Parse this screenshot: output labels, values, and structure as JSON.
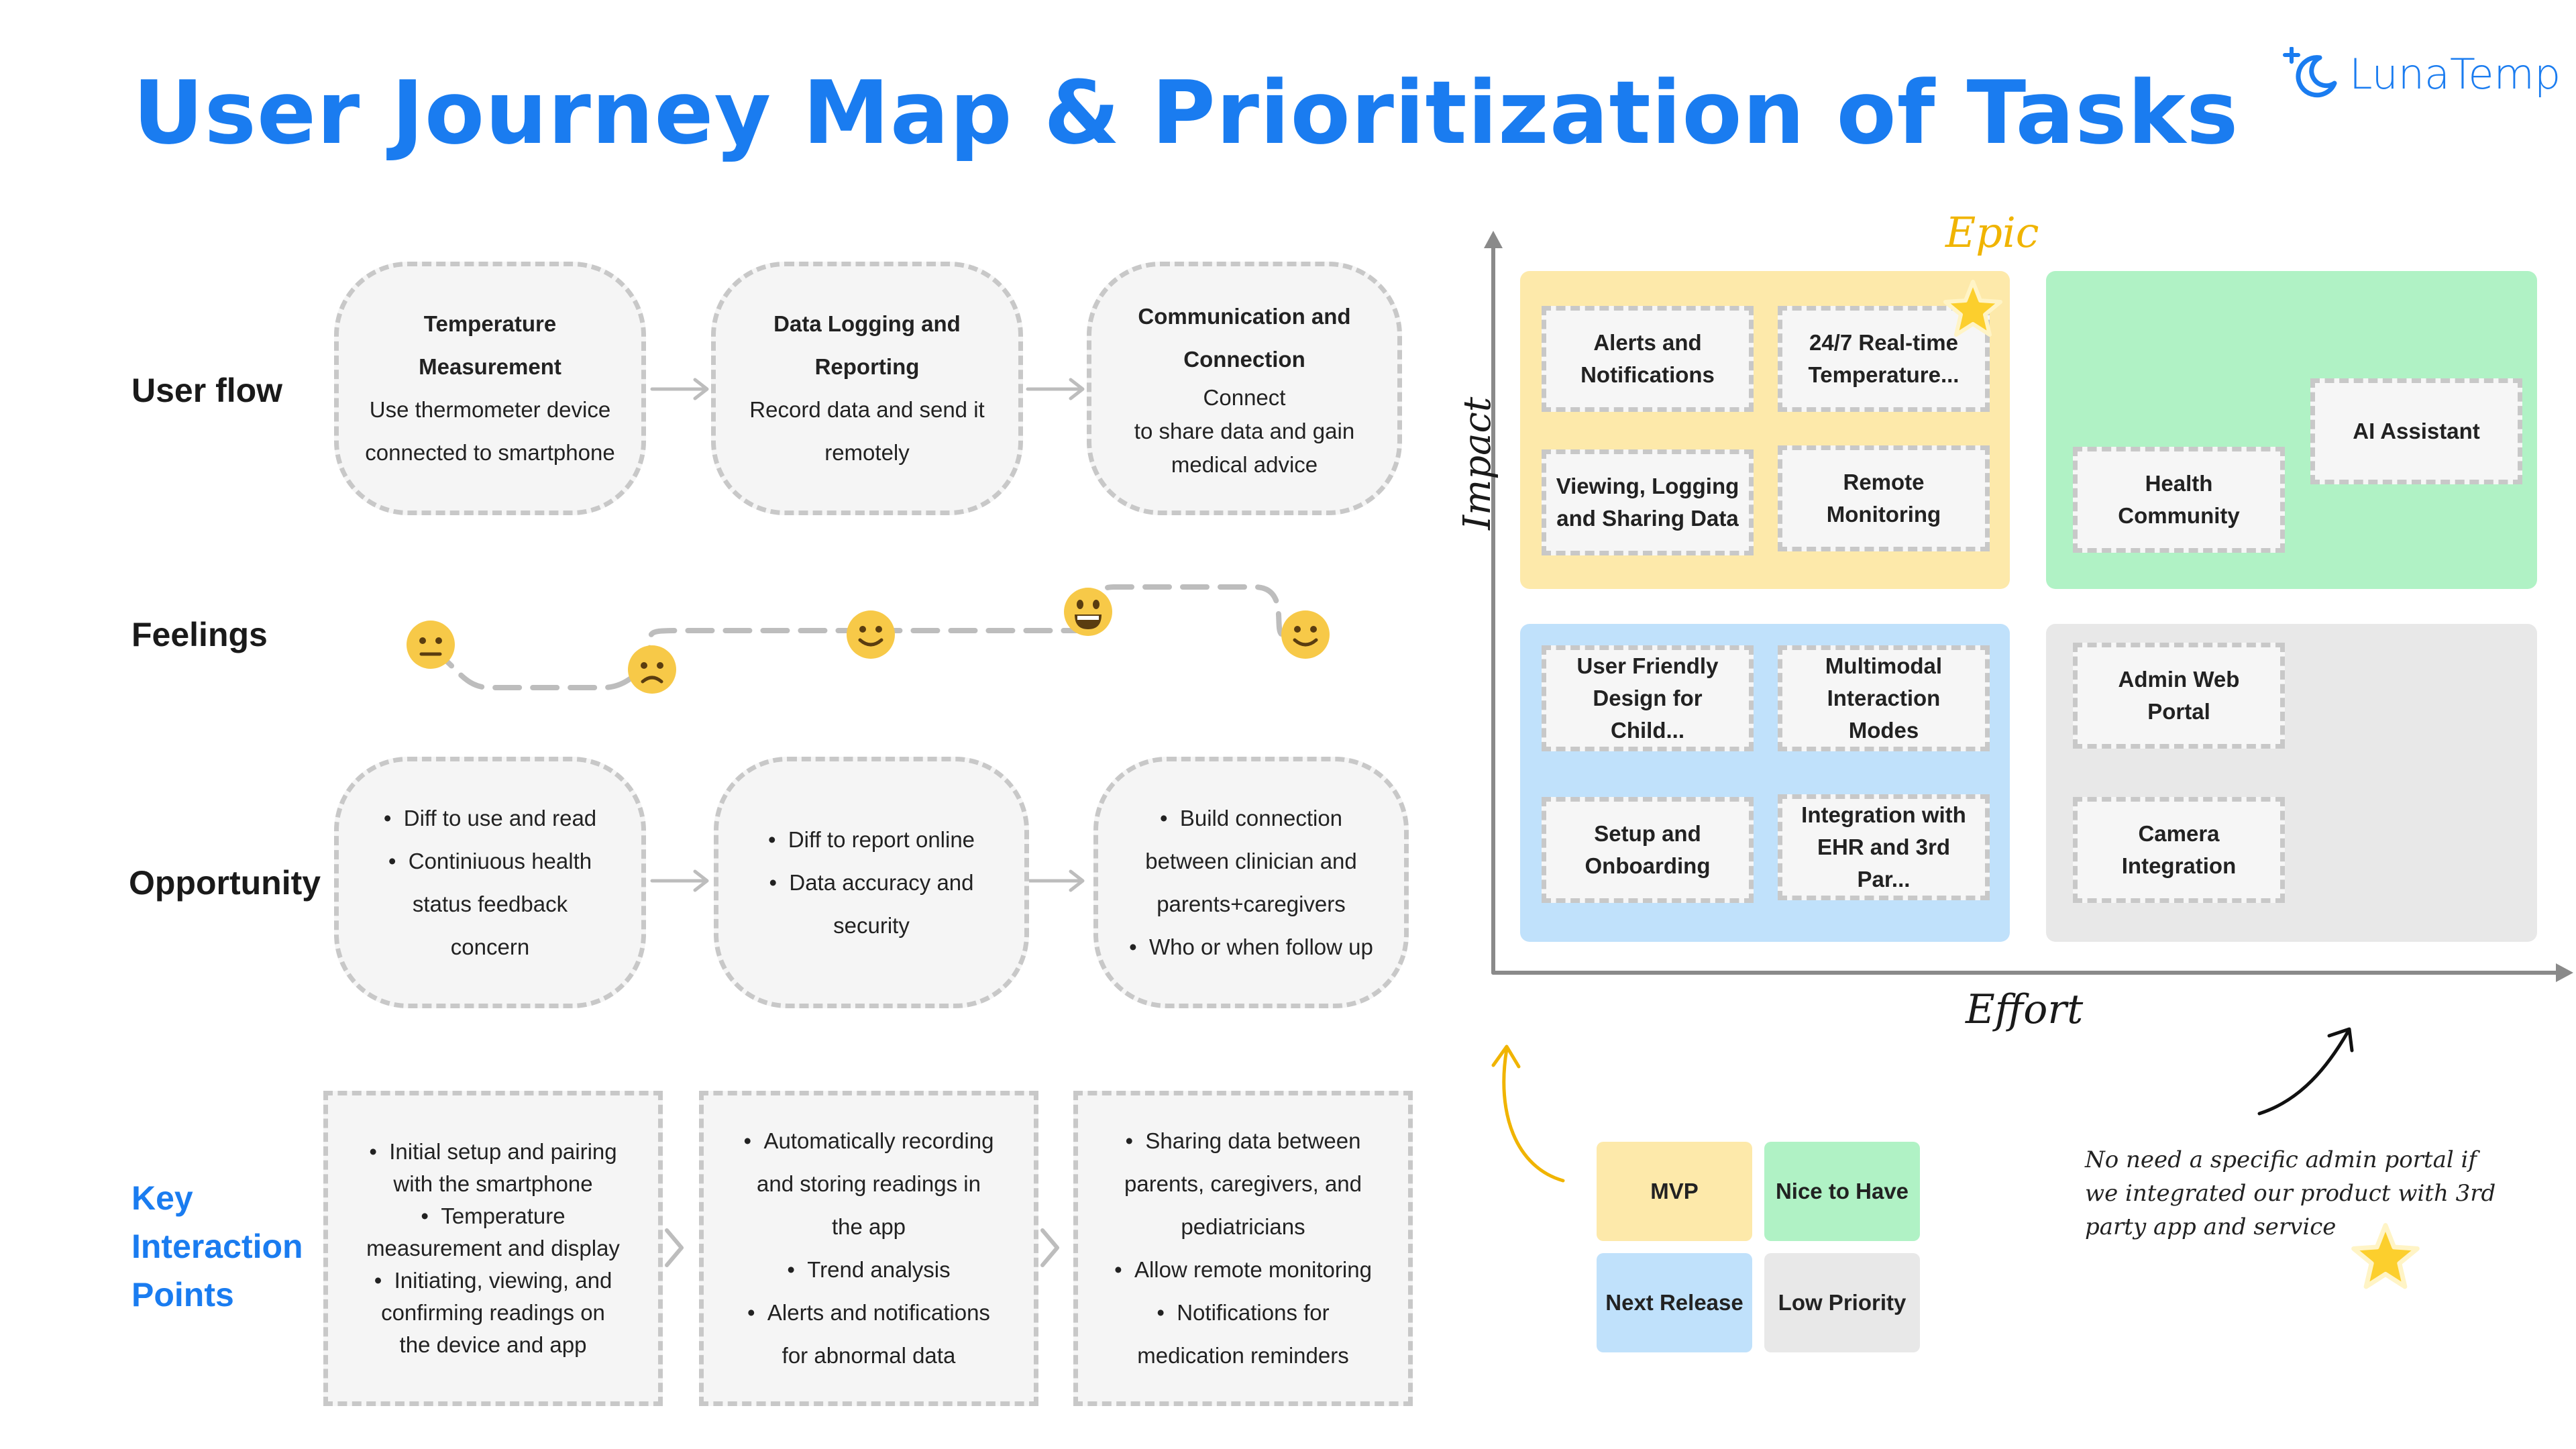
{
  "title": "User Journey Map & Prioritization of Tasks",
  "brand": {
    "name": "LunaTemp",
    "color": "#1a7cf0",
    "icon": "moon-sparkle-icon"
  },
  "rows": {
    "user_flow": "User flow",
    "feelings": "Feelings",
    "opportunity": "Opportunity",
    "key_interaction": [
      "Key",
      "Interaction",
      "Points"
    ]
  },
  "user_flow": [
    {
      "title": [
        "Temperature",
        "Measurement"
      ],
      "lines": [
        "Use thermometer device",
        "connected to smartphone"
      ]
    },
    {
      "title": [
        "Data Logging and",
        "Reporting"
      ],
      "lines": [
        "Record data and send it",
        "remotely"
      ]
    },
    {
      "title": [
        "Communication and",
        "Connection"
      ],
      "lines": [
        "Connect",
        "to share data and gain",
        "medical advice"
      ]
    }
  ],
  "feelings": [
    {
      "emotion": "neutral",
      "icon": "neutral-face-icon"
    },
    {
      "emotion": "sad",
      "icon": "frowning-face-icon"
    },
    {
      "emotion": "happy",
      "icon": "smiling-face-icon"
    },
    {
      "emotion": "very happy",
      "icon": "grinning-face-icon"
    },
    {
      "emotion": "happy",
      "icon": "smiling-face-icon"
    }
  ],
  "opportunity": [
    {
      "items": [
        "Diff to use and read",
        "Continiuous health",
        "status feedback",
        "concern"
      ]
    },
    {
      "items": [
        "Diff to report online",
        "Data accuracy and",
        "security"
      ]
    },
    {
      "items": [
        "Build connection",
        "between clinician and",
        "parents+caregivers",
        "Who or when follow up"
      ]
    }
  ],
  "key_interactions": [
    {
      "items": [
        "Initial setup and pairing",
        "with the smartphone",
        "Temperature",
        "measurement and display",
        "Initiating, viewing, and",
        "confirming readings on",
        "the device and app"
      ]
    },
    {
      "items": [
        "Automatically recording",
        "and storing readings in",
        "the app",
        "Trend analysis",
        "Alerts and notifications",
        "for abnormal data"
      ]
    },
    {
      "items": [
        "Sharing data between",
        "parents, caregivers, and",
        "pediatricians",
        "Allow remote monitoring",
        "Notifications for",
        "medication reminders"
      ]
    }
  ],
  "matrix": {
    "y_axis": "Impact",
    "x_axis": "Effort",
    "epic_label": "Epic",
    "colors": {
      "mvp": "#fde9aa",
      "nice": "#b0f2c5",
      "next": "#c0e1fb",
      "low": "#e8e8e8",
      "axis": "#8a8a8a",
      "epic": "#f0b400"
    },
    "mvp_cards": [
      "Alerts and Notifications",
      "24/7 Real-time Temperature...",
      "Viewing, Logging and Sharing Data",
      "Remote Monitoring"
    ],
    "nice_cards": [
      "Health Community",
      "AI Assistant"
    ],
    "next_cards": [
      "User Friendly Design for Child...",
      "Multimodal Interaction Modes",
      "Setup and Onboarding",
      "Integration with EHR and 3rd Par..."
    ],
    "low_cards": [
      "Admin Web Portal",
      "Camera Integration"
    ]
  },
  "legend": [
    "MVP",
    "Nice to Have",
    "Next Release",
    "Low Priority"
  ],
  "note": [
    "No need a specific admin portal if",
    "we integrated our product with 3rd",
    "party app and service"
  ]
}
